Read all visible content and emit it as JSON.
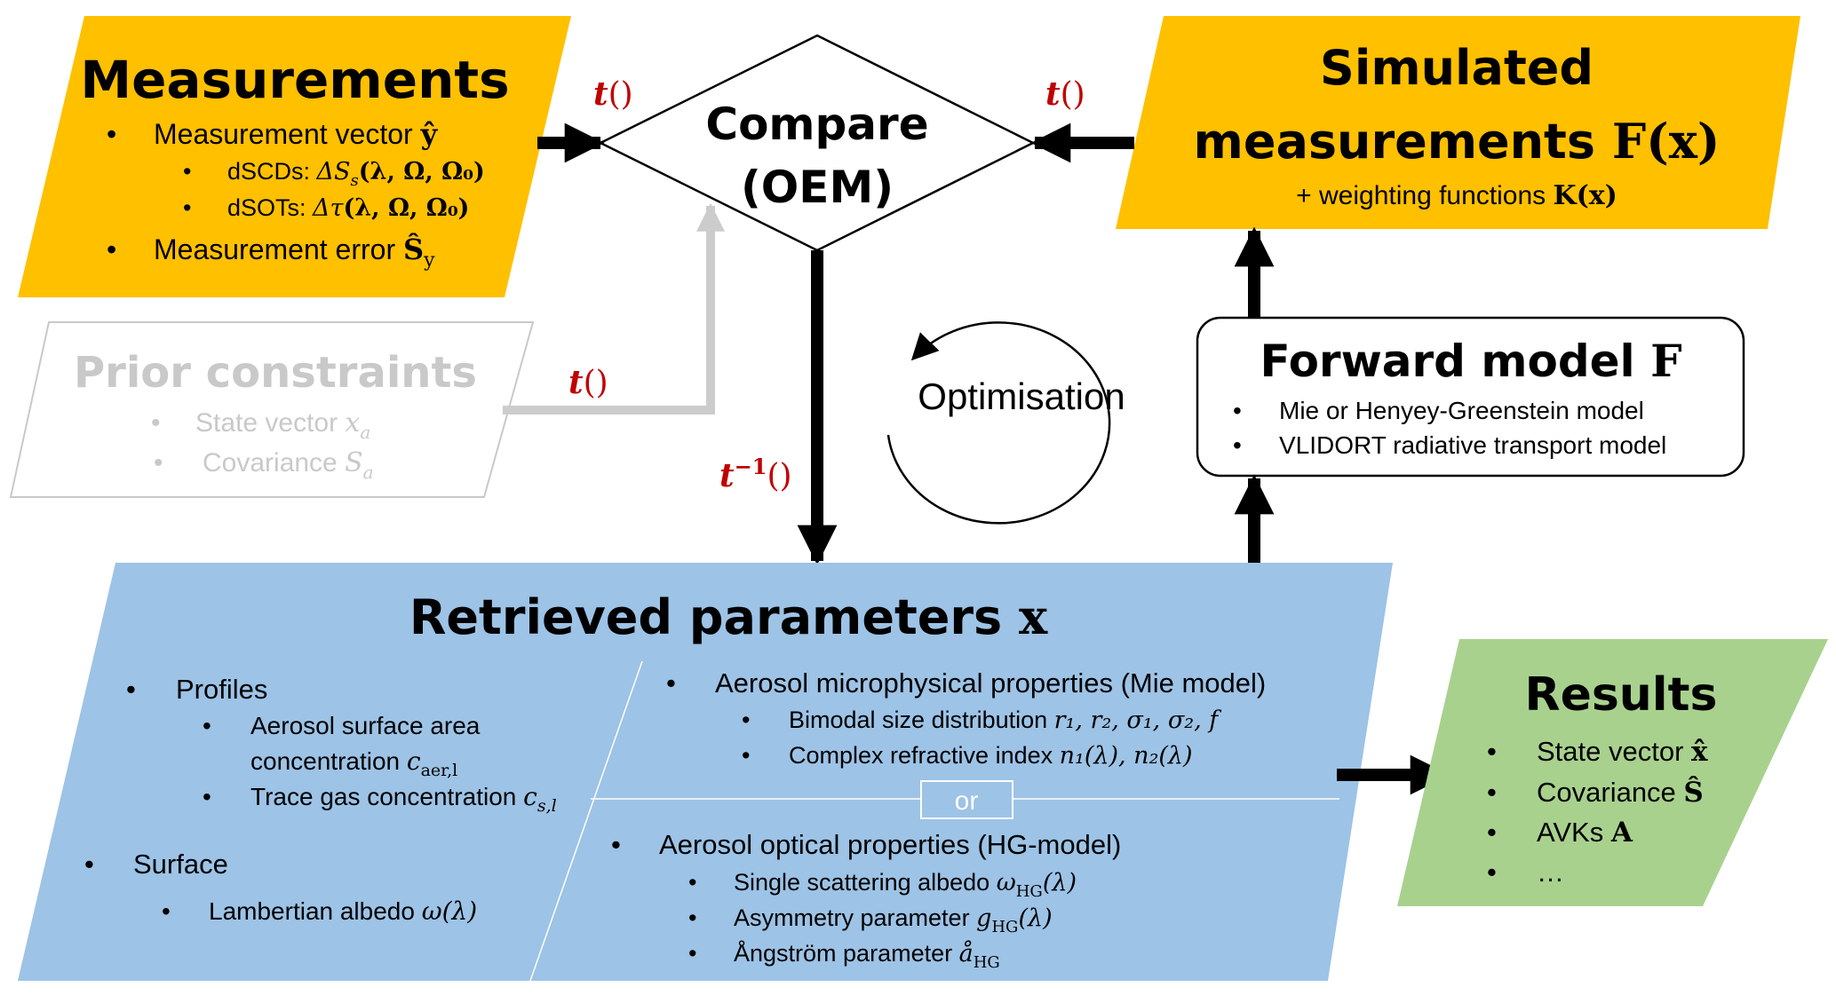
{
  "colors": {
    "measurements_fill": "#FFC000",
    "simulated_fill": "#FFC000",
    "retrieved_fill": "#9DC3E6",
    "results_fill": "#A9D18E",
    "prior_stroke": "#C9C9C9",
    "prior_text": "#C9C9C9",
    "transform_label": "#C00000",
    "arrow": "#000000",
    "prior_arrow": "#CCCCCC"
  },
  "measurements": {
    "title": "Measurements",
    "items": [
      {
        "level": 1,
        "text": "Measurement vector ",
        "math": "ŷ"
      },
      {
        "level": 2,
        "text": "dSCDs: ",
        "math": "ΔS",
        "sub": "s",
        "tail": "(λ, Ω, Ω₀)"
      },
      {
        "level": 2,
        "text": "dSOTs: ",
        "math": "Δτ",
        "tail": "(λ, Ω, Ω₀)"
      },
      {
        "level": 1,
        "text": "Measurement error ",
        "math": "Ŝ",
        "sub": "y"
      }
    ]
  },
  "compare": {
    "line1": "Compare",
    "line2": "(OEM)"
  },
  "simulated": {
    "line1": "Simulated",
    "line2": "measurements ",
    "line2_math": "F(x)",
    "subline": "+ weighting functions ",
    "subline_math": "K(x)"
  },
  "prior": {
    "title": "Prior constraints",
    "items": [
      {
        "text": "State vector ",
        "math": "x",
        "sub": "a"
      },
      {
        "text": "Covariance ",
        "math": "S",
        "sub": "a"
      }
    ]
  },
  "transforms": {
    "measurement_in": "t()",
    "simulated_in": "t()",
    "prior_in": "t()",
    "inverse_base": "t",
    "inverse_sup": "−1",
    "inverse_tail": "()"
  },
  "optimisation": {
    "label": "Optimisation"
  },
  "forward_model": {
    "title": "Forward model ",
    "title_math": "F",
    "items": [
      "Mie or Henyey-Greenstein model",
      "VLIDORT radiative transport model"
    ]
  },
  "retrieved": {
    "title": "Retrieved parameters ",
    "title_math": "x",
    "left": {
      "profiles_label": "Profiles",
      "profiles_items": [
        {
          "line1": "Aerosol surface area",
          "line2": "concentration ",
          "math": "c",
          "sub": "aer,l"
        },
        {
          "line1": "Trace gas concentration ",
          "math": "c",
          "sub": "s,l"
        }
      ],
      "surface_label": "Surface",
      "surface_items": [
        {
          "text": "Lambertian albedo ",
          "math": "ω(λ)"
        }
      ]
    },
    "mie": {
      "label": "Aerosol microphysical properties (Mie model)",
      "items": [
        {
          "text": "Bimodal size distribution  ",
          "math": "r₁, r₂, σ₁, σ₂, f"
        },
        {
          "text": "Complex refractive index  ",
          "math": "n₁(λ), n₂(λ)"
        }
      ]
    },
    "separator": "or",
    "hg": {
      "label": "Aerosol optical properties (HG-model)",
      "items": [
        {
          "text": "Single scattering albedo ",
          "math": "ω",
          "sub": "HG",
          "tail": "(λ)"
        },
        {
          "text": "Asymmetry parameter ",
          "math": "g",
          "sub": "HG",
          "tail": "(λ)"
        },
        {
          "text": "Ångström parameter ",
          "math": "å",
          "sub": "HG",
          "tail": ""
        }
      ]
    }
  },
  "results": {
    "title": "Results",
    "items": [
      {
        "text": "State vector ",
        "math": "x̂"
      },
      {
        "text": "Covariance ",
        "math": "Ŝ"
      },
      {
        "text": "AVKs ",
        "math": "A"
      },
      {
        "text": "…",
        "math": ""
      }
    ]
  },
  "bullet": "•"
}
